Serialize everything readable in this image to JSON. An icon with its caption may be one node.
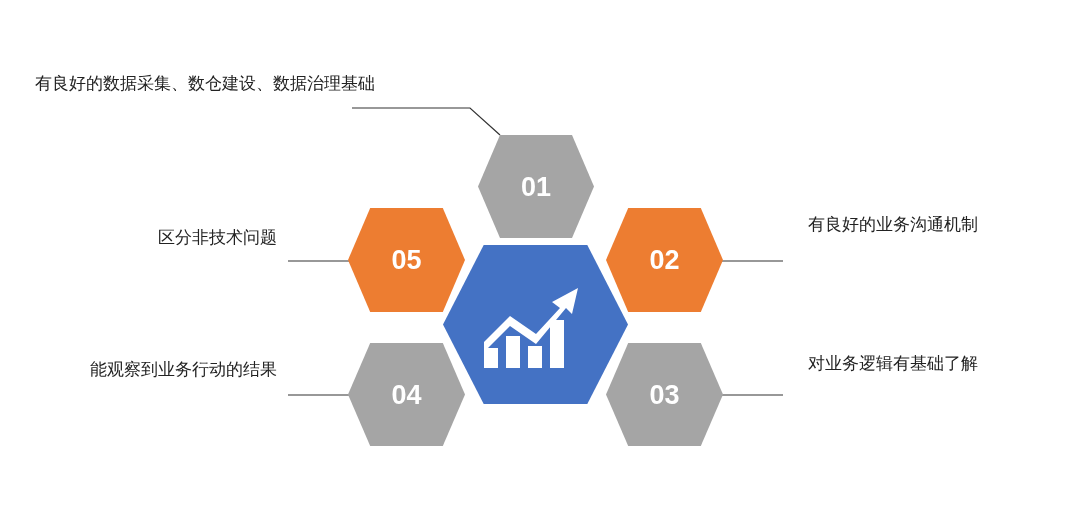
{
  "diagram": {
    "nodes": [
      {
        "text": [
          "有良好的数据采集、数仓建设、数据治理基础"
        ]
      },
      {
        "text": [
          "01"
        ]
      },
      {
        "text": [
          "区分非技术问题"
        ]
      },
      {
        "text": [
          "05"
        ]
      },
      {
        "text": [
          "02"
        ]
      },
      {
        "text": [
          "有良好的业务沟通机制"
        ]
      },
      {
        "text": [],
        "shape": "hexagon"
      },
      {
        "text": [
          "能观察到业务行动的结果"
        ]
      },
      {
        "text": [
          "04"
        ]
      },
      {
        "text": [
          "03"
        ]
      },
      {
        "text": [
          "对业务逻辑有基础了解"
        ]
      }
    ],
    "edges": [
      {
        "from": 0,
        "to": 1,
        "arrow": "none"
      },
      {
        "from": 2,
        "to": 3,
        "arrow": "none"
      },
      {
        "from": 5,
        "to": 4,
        "arrow": "none"
      },
      {
        "from": 7,
        "to": 8,
        "arrow": "none"
      },
      {
        "from": 10,
        "to": 9,
        "arrow": "none"
      }
    ]
  }
}
